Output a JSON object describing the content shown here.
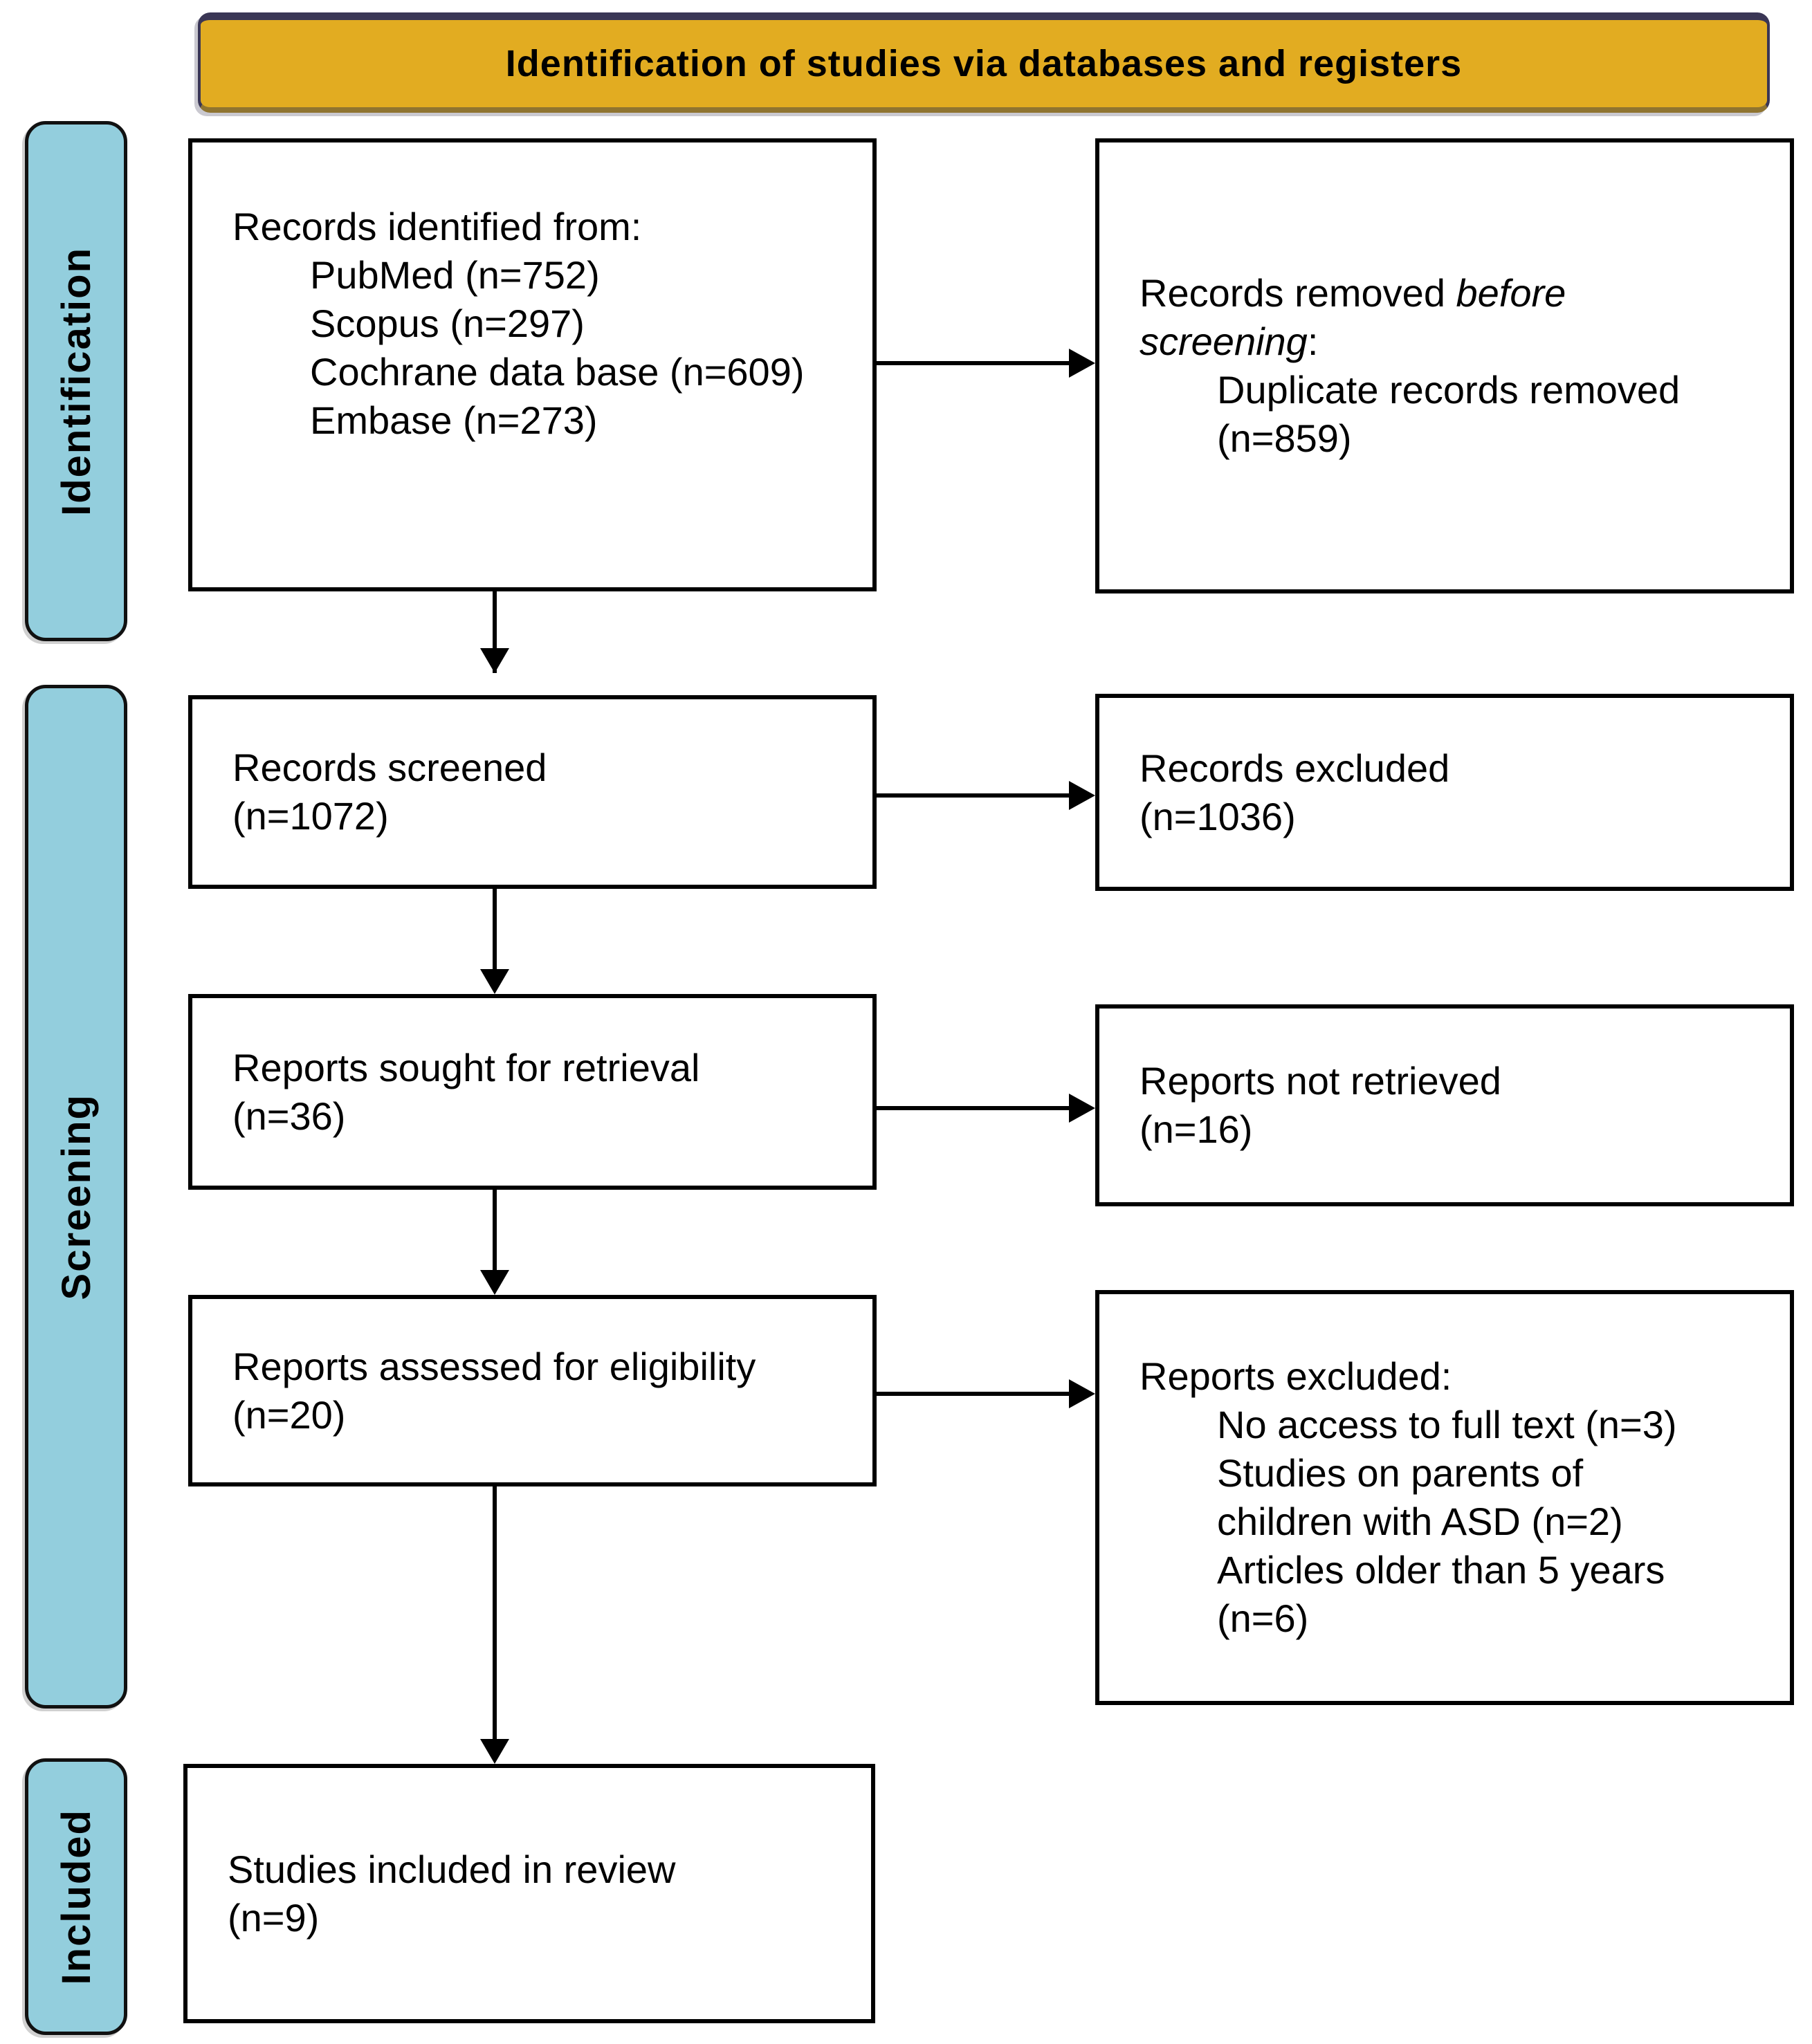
{
  "banner": {
    "title": "Identification of studies via databases and registers"
  },
  "stage_labels": [
    {
      "id": "identification",
      "label": "Identification"
    },
    {
      "id": "screening",
      "label": "Screening"
    },
    {
      "id": "included",
      "label": "Included"
    }
  ],
  "boxes": [
    {
      "id": "records-identified",
      "lines": [
        {
          "text": "Records identified from:"
        },
        {
          "text": "PubMed (n=752)",
          "indent": true
        },
        {
          "text": "Scopus (n=297)",
          "indent": true
        },
        {
          "text": "Cochrane data base (n=609)",
          "indent": true
        },
        {
          "text": "Embase (n=273)",
          "indent": true
        }
      ]
    },
    {
      "id": "records-removed-before-screening",
      "lines": [
        {
          "segments": [
            {
              "text": "Records removed "
            },
            {
              "text": "before",
              "italic": true
            }
          ]
        },
        {
          "segments": [
            {
              "text": "screening",
              "italic": true
            },
            {
              "text": ":"
            }
          ]
        },
        {
          "text": "Duplicate records removed",
          "indent": true
        },
        {
          "text": "(n=859)",
          "indent": true
        }
      ]
    },
    {
      "id": "records-screened",
      "lines": [
        {
          "text": "Records screened"
        },
        {
          "text": "(n=1072)"
        }
      ]
    },
    {
      "id": "records-excluded",
      "lines": [
        {
          "text": "Records excluded"
        },
        {
          "text": "(n=1036)"
        }
      ]
    },
    {
      "id": "reports-sought",
      "lines": [
        {
          "text": "Reports sought for retrieval"
        },
        {
          "text": "(n=36)"
        }
      ]
    },
    {
      "id": "reports-not-retrieved",
      "lines": [
        {
          "text": "Reports not retrieved"
        },
        {
          "text": "(n=16)"
        }
      ]
    },
    {
      "id": "reports-assessed",
      "lines": [
        {
          "text": "Reports assessed for eligibility"
        },
        {
          "text": "(n=20)"
        }
      ]
    },
    {
      "id": "reports-excluded",
      "lines": [
        {
          "text": "Reports excluded:"
        },
        {
          "text": "No access to full text (n=3)",
          "indent": true
        },
        {
          "text": "Studies on parents of",
          "indent": true
        },
        {
          "text": "children with ASD (n=2)",
          "indent": true
        },
        {
          "text": "Articles older than 5 years",
          "indent": true
        },
        {
          "text": "(n=6)",
          "indent": true
        }
      ]
    },
    {
      "id": "studies-included",
      "lines": [
        {
          "text": "Studies included in review"
        },
        {
          "text": "(n=9)"
        }
      ]
    }
  ],
  "colors": {
    "banner_bg": "#E2AC21",
    "banner_top_border": "#3A3655",
    "stage_bg": "#93CEDD",
    "box_border": "#000000",
    "text": "#000000"
  }
}
